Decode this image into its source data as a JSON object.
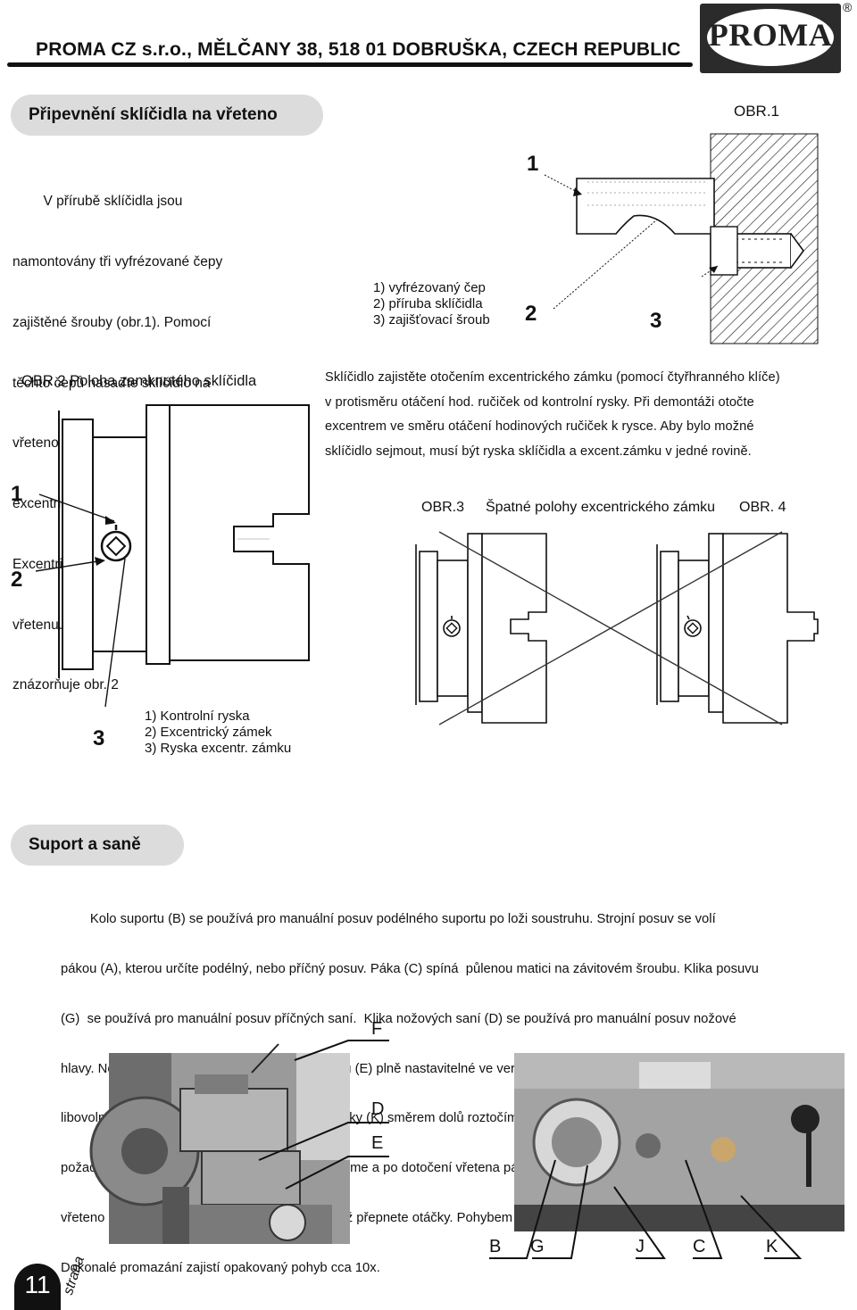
{
  "header": {
    "company": "PROMA CZ s.r.o., MĚLČANY 38, 518 01 DOBRUŠKA, CZECH REPUBLIC",
    "logo_text": "PROMA",
    "registered_mark": "®"
  },
  "section1": {
    "title": "Připevnění sklíčidla na vřeteno",
    "figure_label": "OBR.1",
    "intro_lines": [
      "        V přírubě sklíčidla jsou",
      "namontovány tři vyfrézované čepy",
      "zajištěné šrouby (obr.1). Pomocí",
      "těchto čepů nasaďte sklíčidlo na",
      "vřeteno soustruhu a zajistěte ho",
      "excentrickým zámkem(viz.obr.2)",
      "Excentrický zámek přitáhne sklíčidlo k",
      "vřetenu. Polohu zajištěného sklíčidla",
      "znázorňuje obr. 2"
    ],
    "fig1_legend": "1) vyfrézovaný čep\n2) příruba sklíčidla\n3) zajišťovací šroub",
    "fig1_numbers": [
      "1",
      "2",
      "3"
    ],
    "fig2_caption": "OBR.2 Poloha zamknutého sklíčidla",
    "fig2_numbers": [
      "1",
      "2",
      "3"
    ],
    "fig2_legend": "1) Kontrolní ryska\n2) Excentrický zámek\n3) Ryska excentr. zámku",
    "instruction_lines": [
      "Sklíčidlo zajistěte otočením excentrického zámku (pomocí čtyřhranného klíče)",
      "v protisměru otáčení hod. ručiček od kontrolní rysky. Při demontáži otočte",
      "excentrem ve směru otáčení hodinových ručiček k rysce. Aby bylo možné",
      "sklíčidlo sejmout, musí být ryska sklíčidla a excent.zámku v jedné rovině."
    ],
    "fig3_label": "OBR.3",
    "fig34_caption": "Špatné polohy excentrického zámku",
    "fig4_label": "OBR. 4"
  },
  "section2": {
    "title": "Suport a saně",
    "paragraph_lines": [
      "        Kolo suportu (B) se používá pro manuální posuv podélného suportu po loži soustruhu. Strojní posuv se volí",
      "pákou (A), kterou určíte podélný, nebo příčný posuv. Páka (C) spíná  půlenou matici na závitovém šroubu. Klika posuvu",
      "(G)  se používá pro manuální posuv příčných saní.  Klika nožových saní (D) se používá pro manuální posuv nožové",
      "hlavy. Nožové saně jsou po uvolnění dvou šroubů (E) plně nastavitelné ve vertikální ose. Po uvolnění kliky (F) můžeme",
      "libovolně    natáčet nožovou   hlavu. Sepnutím páky (K) směrem dolů roztočíme vřeteno stroje na levou stranu. Jestliže",
      "požadujeme druhý směr otáčení, tuto páku vypneme a po dotočení vřetena páku přepneme směrem nahoru. POZOR,",
      "vřeteno nechte vřdy dotočit do klidové polohy, než přepnete otáčky. Pohybem páky (J) promažete třecí plochy suportu.",
      "Dokonalé promazání zajistí opakovaný pohyb cca 10x."
    ],
    "photo_labels": {
      "f": "F",
      "d": "D",
      "e": "E",
      "b": "B",
      "g": "G",
      "j": "J",
      "c": "C",
      "k": "K"
    }
  },
  "footer": {
    "page_number": "11",
    "page_word": "strana"
  }
}
